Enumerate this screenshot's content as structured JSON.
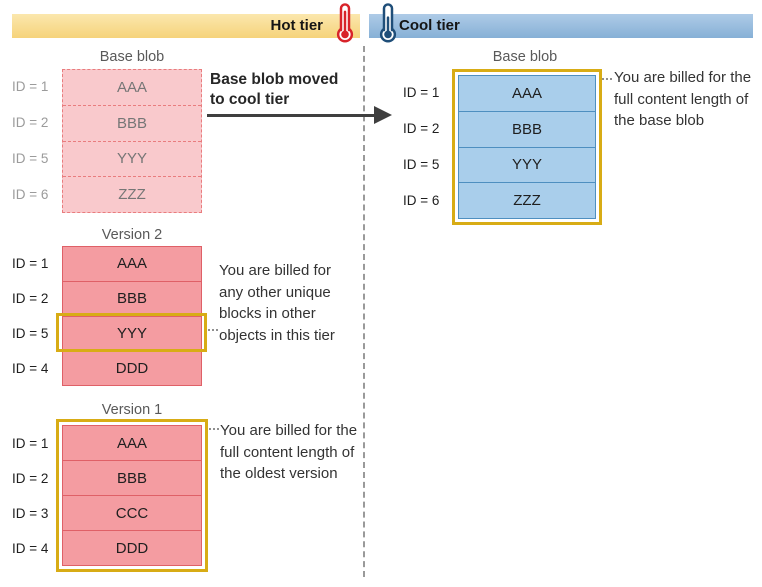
{
  "header": {
    "hot_tier": {
      "label": "Hot tier",
      "icon": "hot-thermometer-icon"
    },
    "cool_tier": {
      "label": "Cool tier",
      "icon": "cool-thermometer-icon"
    }
  },
  "hot_tier": {
    "base_blob": {
      "title": "Base blob",
      "rows": [
        {
          "id": "ID = 1",
          "block": "AAA"
        },
        {
          "id": "ID = 2",
          "block": "BBB"
        },
        {
          "id": "ID = 5",
          "block": "YYY"
        },
        {
          "id": "ID = 6",
          "block": "ZZZ"
        }
      ]
    },
    "move_annotation": "Base blob moved to cool tier",
    "version_2": {
      "title": "Version 2",
      "rows": [
        {
          "id": "ID = 1",
          "block": "AAA"
        },
        {
          "id": "ID = 2",
          "block": "BBB"
        },
        {
          "id": "ID = 5",
          "block": "YYY"
        },
        {
          "id": "ID = 4",
          "block": "DDD"
        }
      ],
      "highlighted_row_index": 2,
      "note": "You are billed for any other unique blocks in other objects in this tier"
    },
    "version_1": {
      "title": "Version 1",
      "rows": [
        {
          "id": "ID = 1",
          "block": "AAA"
        },
        {
          "id": "ID = 2",
          "block": "BBB"
        },
        {
          "id": "ID = 3",
          "block": "CCC"
        },
        {
          "id": "ID = 4",
          "block": "DDD"
        }
      ],
      "note": "You are billed for the full content length of the oldest version"
    }
  },
  "cool_tier": {
    "base_blob": {
      "title": "Base blob",
      "rows": [
        {
          "id": "ID = 1",
          "block": "AAA"
        },
        {
          "id": "ID = 2",
          "block": "BBB"
        },
        {
          "id": "ID = 5",
          "block": "YYY"
        },
        {
          "id": "ID = 6",
          "block": "ZZZ"
        }
      ],
      "note": "You are billed for the full content length of the base blob"
    }
  },
  "colors": {
    "hot_bar": "#F8DC92",
    "cool_bar": "#9DC0E1",
    "hot_block_fill": "#F49CA1",
    "hot_block_faded_fill": "#F9C9CC",
    "hot_block_border": "#DF6067",
    "cool_block_fill": "#A9CEEB",
    "cool_block_border": "#4E8FC0",
    "gold_highlight": "#D8AC15",
    "arrow": "#3F3F3F",
    "hot_thermometer": "#D8232A",
    "cool_thermometer": "#1F4E79"
  }
}
